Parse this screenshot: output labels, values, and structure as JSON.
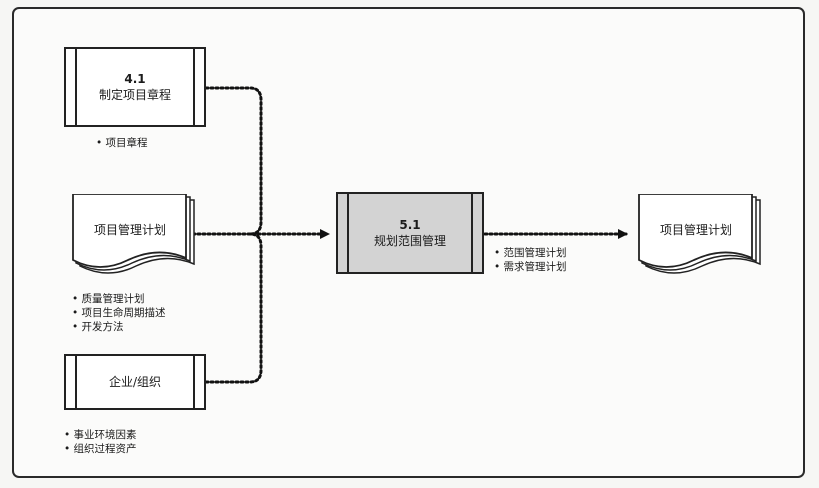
{
  "inputs": {
    "charter": {
      "number": "4.1",
      "title": "制定项目章程",
      "bullets": [
        "项目章程"
      ]
    },
    "plan": {
      "title": "项目管理计划",
      "bullets": [
        "质量管理计划",
        "项目生命周期描述",
        "开发方法"
      ]
    },
    "org": {
      "title": "企业/组织",
      "bullets": [
        "事业环境因素",
        "组织过程资产"
      ]
    }
  },
  "process": {
    "number": "5.1",
    "title": "规划范围管理"
  },
  "outputs": {
    "bullets": [
      "范围管理计划",
      "需求管理计划"
    ],
    "doc": {
      "title": "项目管理计划"
    }
  },
  "colors": {
    "process_fill": "#d3d3d3",
    "line": "#222222"
  }
}
